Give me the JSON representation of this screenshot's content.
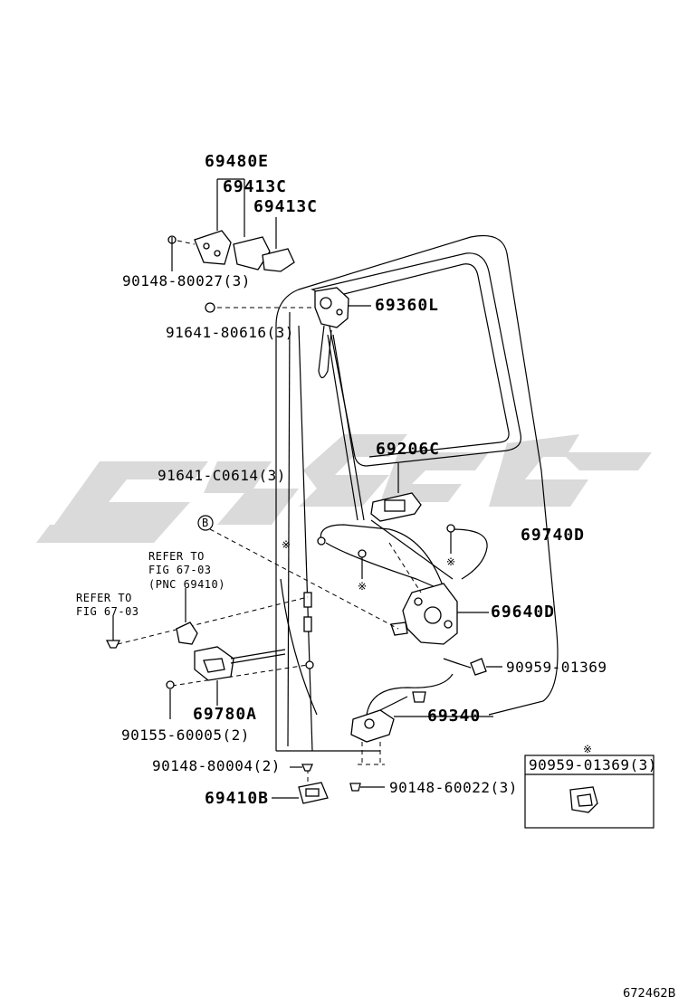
{
  "diagram": {
    "ref_code": "672462B",
    "reference_notes": {
      "refer_to": "REFER TO",
      "fig_6703_a": "FIG 67-03",
      "pnc_69410": "(PNC 69410)",
      "fig_6703_b": "FIG 67-03"
    },
    "symbols": {
      "circle_b": "B",
      "note_mark": "※"
    },
    "parts": {
      "p69480e": "69480E",
      "p69413c_a": "69413C",
      "p69413c_b": "69413C",
      "p90148_80027": "90148-80027(3)",
      "p69360l": "69360L",
      "p91641_80616": "91641-80616(3)",
      "p69206c": "69206C",
      "p91641_c0614": "91641-C0614(3)",
      "p69740d": "69740D",
      "p69640d": "69640D",
      "p90959_01369": "90959-01369",
      "p69780a": "69780A",
      "p90155_60005": "90155-60005(2)",
      "p69340": "69340",
      "p90148_80004": "90148-80004(2)",
      "p69410b": "69410B",
      "p90148_60022": "90148-60022(3)"
    },
    "inset": {
      "title": "90959-01369(3)"
    }
  }
}
